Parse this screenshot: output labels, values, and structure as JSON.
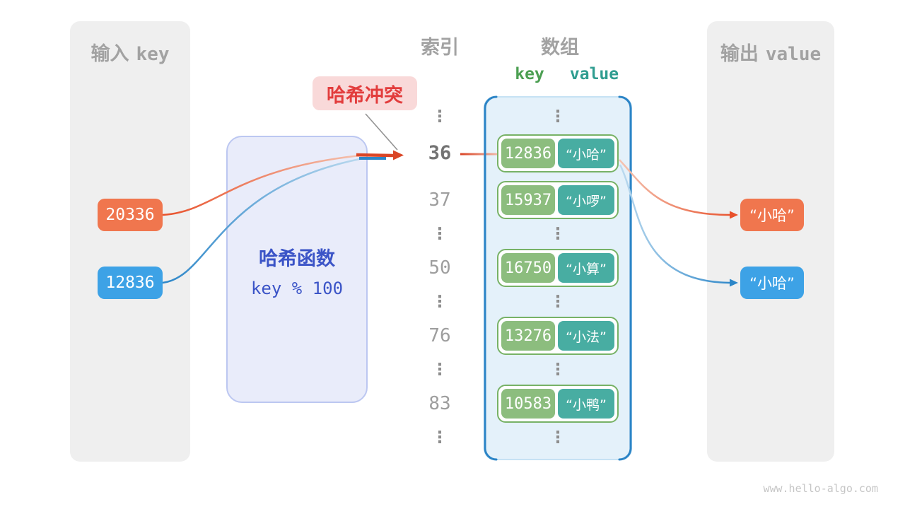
{
  "input_panel": {
    "title_zh": "输入",
    "title_en": "key",
    "keys": [
      "20336",
      "12836"
    ]
  },
  "hash_box": {
    "title": "哈希函数",
    "formula": "key % 100"
  },
  "collision_badge": {
    "label": "哈希冲突"
  },
  "index_column": {
    "title": "索引",
    "items": [
      "⋮",
      "36",
      "37",
      "⋮",
      "50",
      "⋮",
      "76",
      "⋮",
      "83",
      "⋮"
    ]
  },
  "array_column": {
    "title": "数组",
    "key_header": "key",
    "value_header": "value",
    "ellipsis": "⋮",
    "entries": [
      {
        "key": "12836",
        "value": "“小哈”"
      },
      {
        "key": "15937",
        "value": "“小啰”"
      },
      {
        "key": "16750",
        "value": "“小算”"
      },
      {
        "key": "13276",
        "value": "“小法”"
      },
      {
        "key": "10583",
        "value": "“小鸭”"
      }
    ]
  },
  "output_panel": {
    "title_zh": "输出",
    "title_en": "value",
    "values": [
      "“小哈”",
      "“小哈”"
    ]
  },
  "watermark": "www.hello-algo.com",
  "colors": {
    "orange": "#f0764e",
    "blue": "#3da2e6",
    "key_green": "#8cbd7e",
    "value_teal": "#48ada2",
    "entry_border_green": "#77b266",
    "array_bracket_blue": "#2b84c6",
    "hash_text_blue": "#3b54c7",
    "collision_red": "#e23c3c",
    "index_gray": "#9e9e9e"
  }
}
